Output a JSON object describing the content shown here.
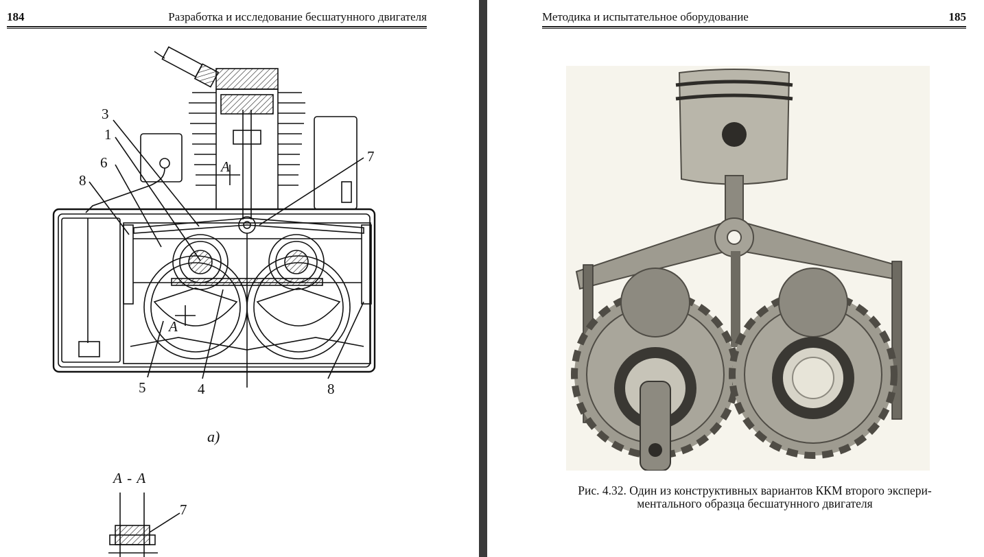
{
  "left_page": {
    "page_number": "184",
    "running_title": "Разработка и исследование бесшатунного двигателя",
    "figure_label": "а)",
    "section_label": "А - А",
    "callouts": {
      "c3": "3",
      "c1": "1",
      "c6": "6",
      "c8a": "8",
      "c7": "7",
      "c5": "5",
      "c4": "4",
      "c8b": "8",
      "sectionA_top": "А",
      "sectionA_bottom": "А",
      "c7_section": "7"
    }
  },
  "right_page": {
    "page_number": "185",
    "running_title": "Методика и испытательное оборудование",
    "caption_line1": "Рис. 4.32. Один из конструктивных вариантов ККМ второго экспери-",
    "caption_line2": "ментального образца бесшатунного двигателя"
  },
  "colors": {
    "gutter": "#3a3a3a",
    "ink": "#111111",
    "metal_light": "#b9b6aa",
    "metal_dark": "#4f4c45",
    "photo_bg": "#f6f4ec"
  }
}
